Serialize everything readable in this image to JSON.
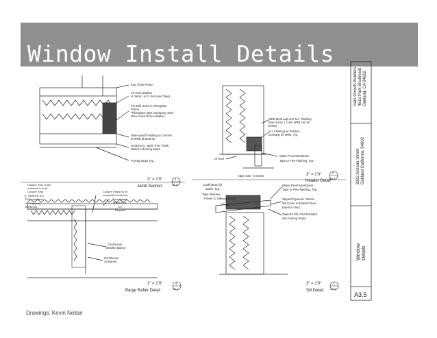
{
  "title": "Window Install Details",
  "credit": "Drawings: Kevin Neilan",
  "jamb": {
    "notes": [
      "Exp. Rock Return",
      "Air Seal Window",
      "to Jamb ( H.O. Surround Tape)",
      "Pre-Drill Holes in Fiberglass",
      "Frame",
      "*Fiberglass Tape and Epoxy Seal",
      "Over Holes Once Installed.",
      "Water-proof Flashing to Connect",
      "to WRB @ Exterior",
      "Iverdor EQ, Jamb Trim, Finish",
      "Nailed to Furring Strips",
      "Furring Strips Typ."
    ],
    "scale": "3\" = 1'0\"",
    "name": "Jamb Section",
    "num": "1",
    "sheet": "A3.5"
  },
  "header": {
    "notes": [
      "WRB Must Lap over M.I. Flashing",
      "here at Hdr. ( Cont. WRB can be",
      "below)",
      "M.I. Flashing w/ Positive",
      "Drainage @ WRB, Typ.",
      "Water Proof Membrane",
      "Tape or Flex-Flashing, Typ."
    ],
    "airseal": "Air Seal",
    "profile": "Alpen 525 - 5 Series",
    "scale": "3\" = 1'0\"",
    "name": "Header Detail",
    "num": "2",
    "sheet": "A3.5"
  },
  "rafter": {
    "notes_left": [
      "Closure Strip (color",
      "matched to roof)",
      "Closure Strip",
      "8\" HEATER SQ",
      "TOIL insulation",
      "1/2\" Plywood",
      "Sheathing"
    ],
    "notes_mid": [
      "Closure Strips (to be",
      "connected to others)",
      "Corrugated",
      "Metal Roof",
      "1/2\"",
      "Plywood"
    ],
    "notes_low": [
      "Continuous",
      "Weather Barrier",
      "Continuous",
      "Air Barrier"
    ],
    "scale": "1\" = 1'0\"",
    "name": "Barge Rafter Detail",
    "num": "4",
    "sheet": "A3.5"
  },
  "sill": {
    "notes_left": [
      "Caulk Bead @",
      "Jamb, Typ.",
      "Tape Window",
      "Frame to Sill"
    ],
    "notes_right": [
      "Water Proof Membrane",
      "Tape or Flex-flashing, Typ.",
      "Sloped Plywood / Wood",
      "Sill Cover to Extend Over",
      "Exterior Insul.",
      "Tapered Sill, Finish Nailed",
      "into Furring Strips"
    ],
    "scale": "3\" = 1'0\"",
    "name": "Sill Detail",
    "num": "3",
    "sheet": "A3.5"
  },
  "titleblock": {
    "builder": [
      "Gain Growth Builders",
      "4515 Park Boulevard",
      "Oakland, CA 94602"
    ],
    "project": [
      "3022 Arizona Street",
      "Oakland California, 94602"
    ],
    "sheet_title": [
      "Window",
      "Details"
    ],
    "sheet_no": "A3.5"
  }
}
